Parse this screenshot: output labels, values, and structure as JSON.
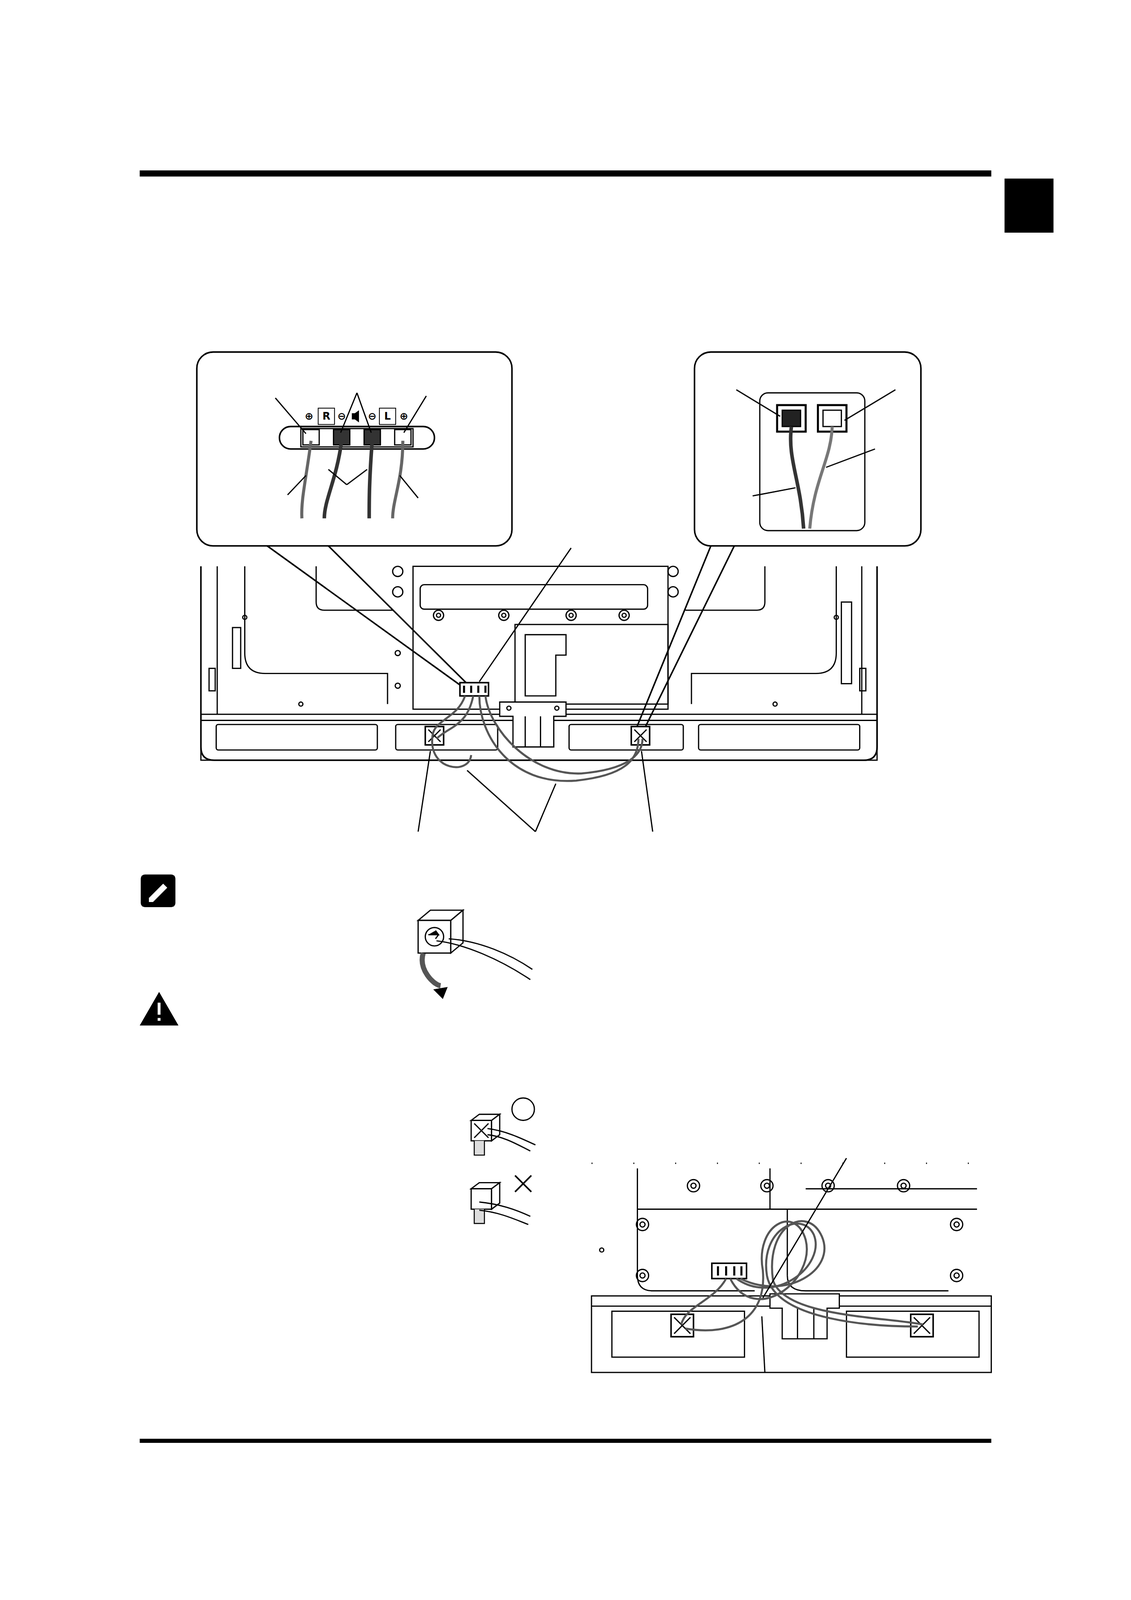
{
  "diagram": {
    "labels": [
      "⊕",
      "R",
      "⊖",
      "⊖",
      "L",
      "⊕"
    ]
  }
}
